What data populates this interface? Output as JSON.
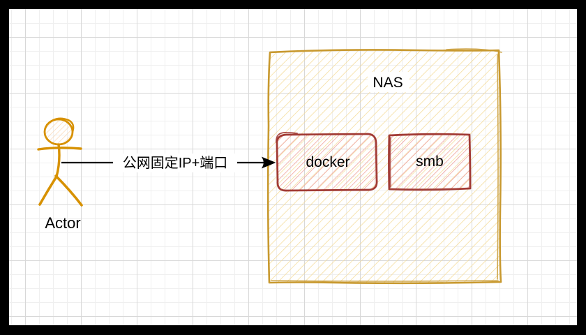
{
  "diagram": {
    "actor": {
      "label": "Actor"
    },
    "connector": {
      "label": "公网固定IP+端口"
    },
    "nas": {
      "label": "NAS",
      "children": [
        {
          "label": "docker"
        },
        {
          "label": "smb"
        }
      ]
    }
  },
  "colors": {
    "actor_stroke": "#D79100",
    "actor_head_hatch": "#FAD7B1",
    "nas_stroke": "#C8992F",
    "nas_hatch": "#F4DB97",
    "node_stroke": "#A23B35",
    "node_hatch": "#F0A8A2",
    "connector": "#000000",
    "grid_minor": "#EFEFEF",
    "grid_major": "#D8D8D8",
    "canvas_bg": "#FFFFFF",
    "frame_bg": "#000000"
  }
}
